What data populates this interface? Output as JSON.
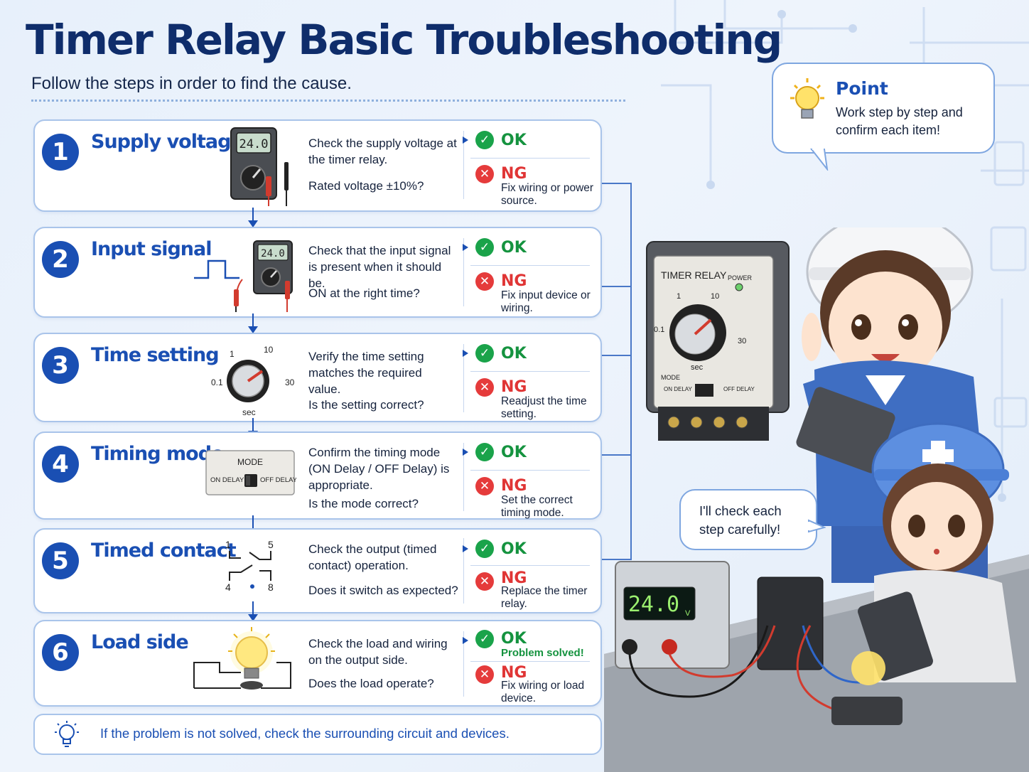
{
  "header": {
    "title": "Timer Relay Basic Troubleshooting",
    "subtitle": "Follow the steps in order to find the cause."
  },
  "status": {
    "ok": "OK",
    "ng": "NG"
  },
  "steps": [
    {
      "number": "1",
      "title": "Supply voltage",
      "description": "Check the supply voltage at the timer relay.",
      "question": "Rated voltage ±10%?",
      "ng_action": "Fix wiring or power source.",
      "meter_reading": "24.0"
    },
    {
      "number": "2",
      "title": "Input signal",
      "description": "Check that the input signal is present when it should be.",
      "question": "ON at the right time?",
      "ng_action": "Fix input device or wiring.",
      "meter_reading": "24.0"
    },
    {
      "number": "3",
      "title": "Time setting",
      "description": "Verify the time setting matches the required value.",
      "question": "Is the setting correct?",
      "ng_action": "Readjust the time setting.",
      "dial_labels": [
        "1",
        "10",
        "0.1",
        "30",
        "sec"
      ]
    },
    {
      "number": "4",
      "title": "Timing mode",
      "description": "Confirm the timing mode (ON Delay / OFF Delay) is appropriate.",
      "question": "Is the mode correct?",
      "ng_action": "Set the correct timing mode.",
      "mode_labels": [
        "MODE",
        "ON DELAY",
        "OFF DELAY"
      ]
    },
    {
      "number": "5",
      "title": "Timed contact",
      "description": "Check the output (timed contact) operation.",
      "question": "Does it switch as expected?",
      "ng_action": "Replace the timer relay.",
      "contact_labels": [
        "1",
        "5",
        "4",
        "8"
      ]
    },
    {
      "number": "6",
      "title": "Load side",
      "description": "Check the load and wiring on the output side.",
      "question": "Does the load operate?",
      "ng_action": "Fix wiring or load device.",
      "ok_note": "Problem solved!"
    }
  ],
  "footer": {
    "text": "If the problem is not solved, check the surrounding circuit and devices.",
    "icon": "lightbulb-icon"
  },
  "point_bubble": {
    "title": "Point",
    "body": "Work step by step and confirm each item!"
  },
  "speech_bubble": {
    "body": "I'll check each step carefully!"
  },
  "relay_device": {
    "title": "TIMER RELAY",
    "power_label": "POWER",
    "dial_labels": [
      "1",
      "10",
      "0.1",
      "30",
      "sec"
    ],
    "mode_label": "MODE",
    "on_delay": "ON DELAY",
    "off_delay": "OFF DELAY"
  },
  "power_supply": {
    "display": "24.0",
    "unit": "V"
  },
  "colors": {
    "primary": "#1a4fb3",
    "title": "#0f2d6b",
    "ok": "#1aa34a",
    "ng": "#e53b3b",
    "card_border": "#a9c4ea"
  }
}
